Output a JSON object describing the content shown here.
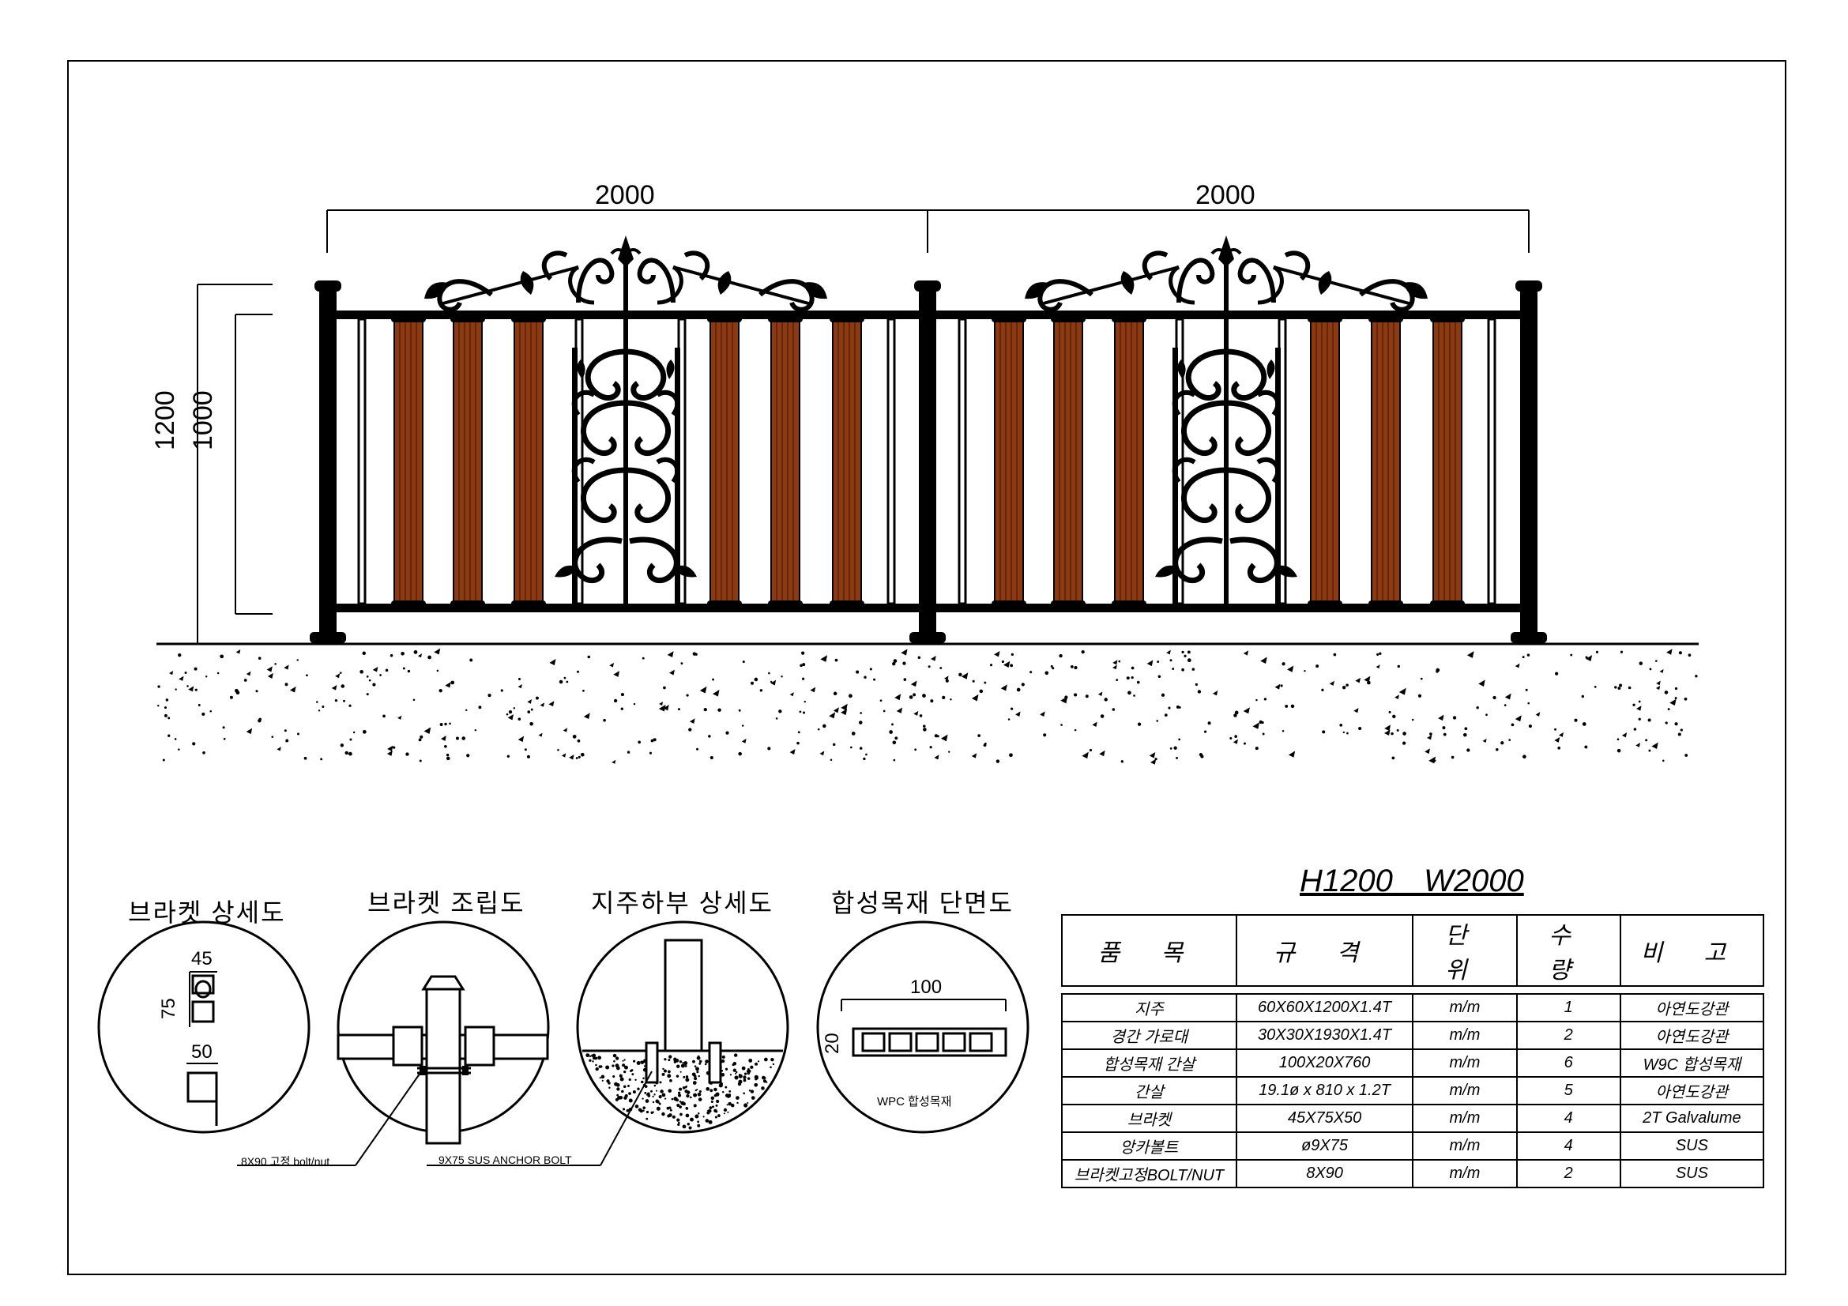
{
  "dimensions": {
    "panel_width_left": "2000",
    "panel_width_right": "2000",
    "total_height": "1200",
    "fill_height": "1000"
  },
  "details": [
    {
      "title": "브라켓 상세도",
      "labels": {
        "top": "45",
        "side": "75",
        "bottom": "50"
      }
    },
    {
      "title": "브라켓 조립도",
      "callout": "8X90 고정 bolt/nut"
    },
    {
      "title": "지주하부 상세도",
      "callout": "9X75 SUS ANCHOR BOLT"
    },
    {
      "title": "합성목재 단면도",
      "labels": {
        "width": "100",
        "height": "20",
        "caption": "WPC 합성목재"
      }
    }
  ],
  "spec": {
    "title": "H1200   W2000",
    "headers": [
      "품 목",
      "규 격",
      "단 위",
      "수 량",
      "비 고"
    ],
    "rows": [
      [
        "지주",
        "60X60X1200X1.4T",
        "m/m",
        "1",
        "아연도강관"
      ],
      [
        "경간 가로대",
        "30X30X1930X1.4T",
        "m/m",
        "2",
        "아연도강관"
      ],
      [
        "합성목재 간살",
        "100X20X760",
        "m/m",
        "6",
        "W9C 합성목재"
      ],
      [
        "간살",
        "19.1ø x 810 x 1.2T",
        "m/m",
        "5",
        "아연도강관"
      ],
      [
        "브라켓",
        "45X75X50",
        "m/m",
        "4",
        "2T Galvalume"
      ],
      [
        "앙카볼트",
        "ø9X75",
        "m/m",
        "4",
        "SUS"
      ],
      [
        "브라켓고정BOLT/NUT",
        "8X90",
        "m/m",
        "2",
        "SUS"
      ]
    ]
  },
  "colors": {
    "wood": "#8B3A12",
    "wood_dark": "#5a200a",
    "steel": "#000000"
  }
}
